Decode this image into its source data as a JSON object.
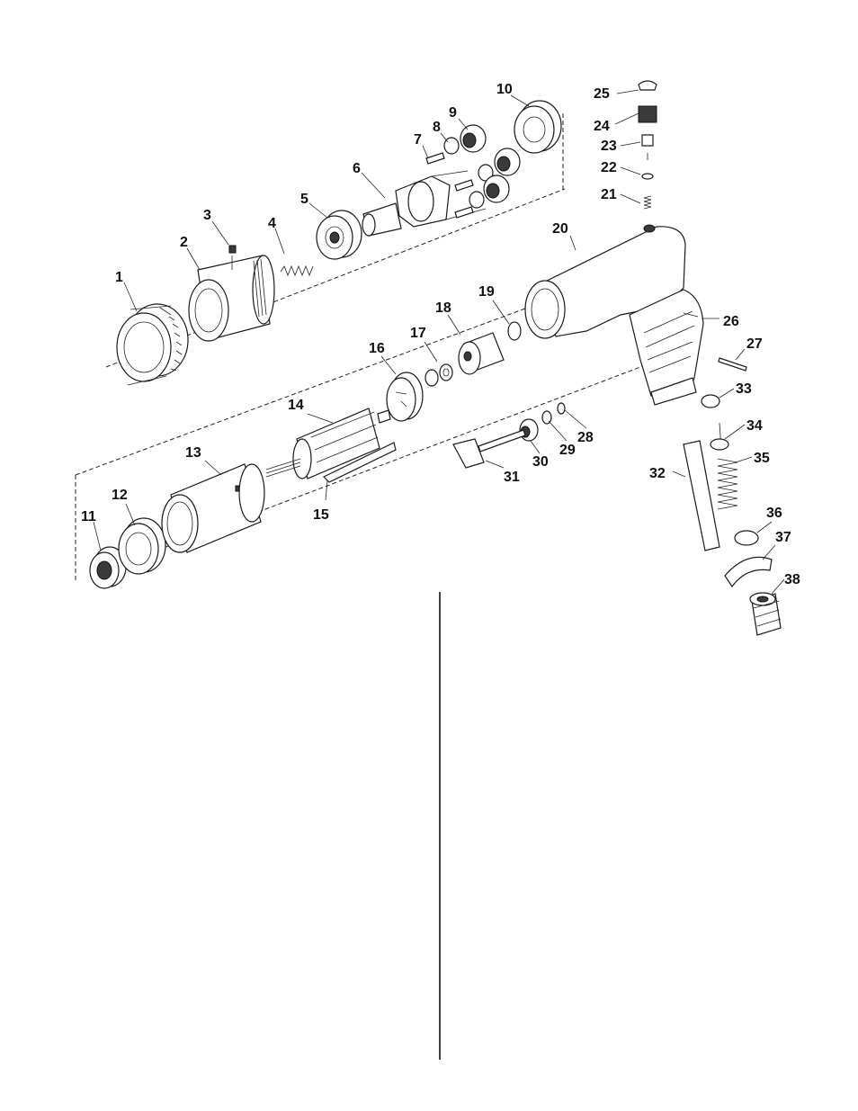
{
  "parts": [
    {
      "id": "part-1",
      "number": "1"
    },
    {
      "id": "part-2",
      "number": "2"
    },
    {
      "id": "part-3",
      "number": "3"
    },
    {
      "id": "part-4",
      "number": "4"
    },
    {
      "id": "part-5",
      "number": "5"
    },
    {
      "id": "part-6",
      "number": "6"
    },
    {
      "id": "part-7",
      "number": "7"
    },
    {
      "id": "part-8",
      "number": "8"
    },
    {
      "id": "part-9",
      "number": "9"
    },
    {
      "id": "part-10",
      "number": "10"
    },
    {
      "id": "part-11",
      "number": "11"
    },
    {
      "id": "part-12",
      "number": "12"
    },
    {
      "id": "part-13",
      "number": "13"
    },
    {
      "id": "part-14",
      "number": "14"
    },
    {
      "id": "part-15",
      "number": "15"
    },
    {
      "id": "part-16",
      "number": "16"
    },
    {
      "id": "part-17",
      "number": "17"
    },
    {
      "id": "part-18",
      "number": "18"
    },
    {
      "id": "part-19",
      "number": "19"
    },
    {
      "id": "part-20",
      "number": "20"
    },
    {
      "id": "part-21",
      "number": "21"
    },
    {
      "id": "part-22",
      "number": "22"
    },
    {
      "id": "part-23",
      "number": "23"
    },
    {
      "id": "part-24",
      "number": "24"
    },
    {
      "id": "part-25",
      "number": "25"
    },
    {
      "id": "part-26",
      "number": "26"
    },
    {
      "id": "part-27",
      "number": "27"
    },
    {
      "id": "part-28",
      "number": "28"
    },
    {
      "id": "part-29",
      "number": "29"
    },
    {
      "id": "part-30",
      "number": "30"
    },
    {
      "id": "part-31",
      "number": "31"
    },
    {
      "id": "part-32",
      "number": "32"
    },
    {
      "id": "part-33",
      "number": "33"
    },
    {
      "id": "part-34",
      "number": "34"
    },
    {
      "id": "part-35",
      "number": "35"
    },
    {
      "id": "part-36",
      "number": "36"
    },
    {
      "id": "part-37",
      "number": "37"
    },
    {
      "id": "part-38",
      "number": "38"
    }
  ]
}
